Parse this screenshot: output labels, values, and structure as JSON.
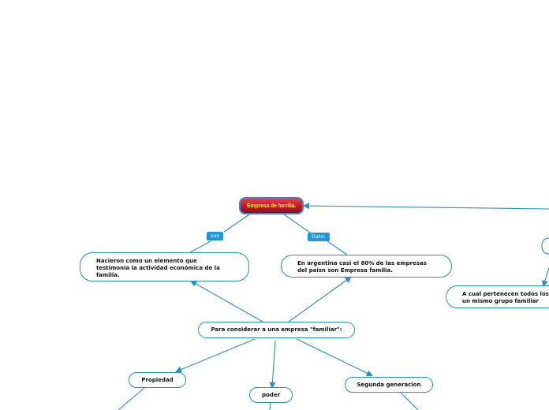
{
  "root": {
    "label": "Empresa de familia."
  },
  "links": {
    "son": "son",
    "dato": "Dato:"
  },
  "nodes": {
    "nacieron": "Nacieron como un elemento que testimonia la actividad económica de la familia.",
    "argentina": "En argentina  casi el 80% de las empresas del paisn son Empresa familia.",
    "considerar": "Para considerar a una empresa \"familiar\":",
    "propiedad": "Propiedad",
    "poder": "poder",
    "segunda": "Segunda generacion",
    "pertenecen": "A cual pertenecen todos  los un mismo grupo familiar"
  },
  "colors": {
    "connector": "#1f8fd6",
    "root_fill": "#c0152a",
    "root_text": "#ffe22e",
    "tag_fill": "#2196e0"
  }
}
